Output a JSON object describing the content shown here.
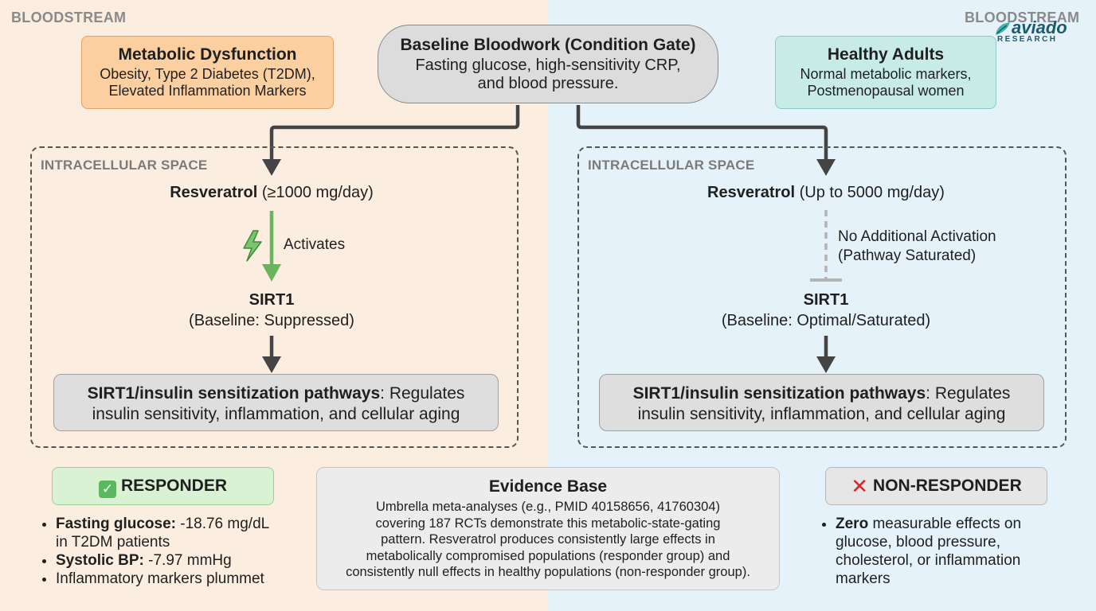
{
  "zones": {
    "left": "BLOODSTREAM",
    "right": "BLOODSTREAM"
  },
  "logo": {
    "name": "aviado",
    "sub": "RESEARCH"
  },
  "gate": {
    "title": "Baseline Bloodwork (Condition Gate)",
    "line1": "Fasting glucose, high-sensitivity CRP,",
    "line2": "and blood pressure."
  },
  "left_population": {
    "title": "Metabolic Dysfunction",
    "line1": "Obesity, Type 2 Diabetes (T2DM),",
    "line2": "Elevated Inflammation Markers"
  },
  "right_population": {
    "title": "Healthy Adults",
    "line1": "Normal metabolic markers,",
    "line2": "Postmenopausal women"
  },
  "left_cell": {
    "space_label": "INTRACELLULAR SPACE",
    "drug_name": "Resveratrol",
    "drug_dose": "(≥1000 mg/day)",
    "edge_label": "Activates",
    "target": "SIRT1",
    "target_state": "(Baseline: Suppressed)",
    "pathway_title": "SIRT1/insulin sensitization pathways",
    "pathway_rest": ": Regulates",
    "pathway_line2": "insulin sensitivity, inflammation, and cellular aging"
  },
  "right_cell": {
    "space_label": "INTRACELLULAR SPACE",
    "drug_name": "Resveratrol",
    "drug_dose": "(Up to 5000 mg/day)",
    "edge_line1": "No Additional Activation",
    "edge_line2": "(Pathway Saturated)",
    "target": "SIRT1",
    "target_state": "(Baseline: Optimal/Saturated)",
    "pathway_title": "SIRT1/insulin sensitization pathways",
    "pathway_rest": ": Regulates",
    "pathway_line2": "insulin sensitivity, inflammation, and cellular aging"
  },
  "responder": {
    "title": "RESPONDER",
    "b1_label": "Fasting glucose:",
    "b1_text": " -18.76 mg/dL",
    "b1_cont": "in T2DM patients",
    "b2_label": "Systolic BP:",
    "b2_text": " -7.97 mmHg",
    "b3_text": "Inflammatory markers plummet"
  },
  "evidence": {
    "title": "Evidence Base",
    "lines": [
      "Umbrella meta-analyses (e.g., PMID 40158656, 41760304)",
      "covering 187 RCTs demonstrate this metabolic-state-gating",
      "pattern. Resveratrol produces consistently large effects in",
      "metabolically compromised populations (responder group) and",
      "consistently null effects in healthy populations (non-responder group)."
    ]
  },
  "nonresponder": {
    "title": "NON-RESPONDER",
    "b1_label": "Zero",
    "b1_text": " measurable effects on",
    "lines": [
      "glucose, blood pressure,",
      "cholesterol, or inflammation",
      "markers"
    ]
  },
  "colors": {
    "left_bg": "#fbeee1",
    "right_bg": "#e6f2fa",
    "metabolic_box": "#fbcf9f",
    "healthy_box": "#c7ece8",
    "activation_green": "#6ab35f",
    "responder_bg": "#d9f2d3",
    "nonresponder_bg": "#e6e6e6",
    "gate_bg": "#dcdcdc",
    "inhibitor_gray": "#b3b3b3",
    "arrow_dark": "#444444"
  }
}
